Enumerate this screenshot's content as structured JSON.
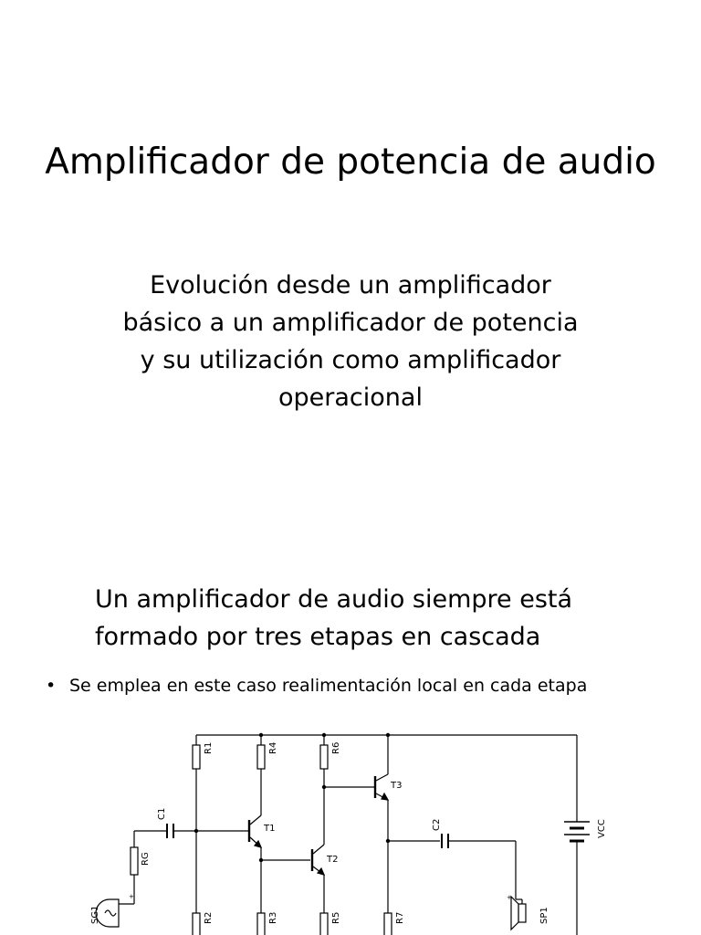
{
  "slide": {
    "title": "Amplificador de potencia de audio",
    "subtitle_lines": [
      "Evolución desde un amplificador",
      "básico a un amplificador de potencia",
      "y su utilización como amplificador",
      "operacional"
    ],
    "heading_lines": [
      "Un amplificador de audio siempre está",
      "formado por tres etapas en cascada"
    ],
    "bullet_symbol": "•",
    "bullet_text": "Se emplea en este caso realimentación local en cada etapa"
  },
  "circuit": {
    "labels": {
      "R1": "R1",
      "R2": "R2",
      "R3": "R3",
      "R4": "R4",
      "R5": "R5",
      "R6": "R6",
      "R7": "R7",
      "RG": "RG",
      "C1": "C1",
      "C2": "C2",
      "T1": "T1",
      "T2": "T2",
      "T3": "T3",
      "SG1": "SG1",
      "SP1": "SP1",
      "VCC": "VCC",
      "plus": "+"
    }
  }
}
